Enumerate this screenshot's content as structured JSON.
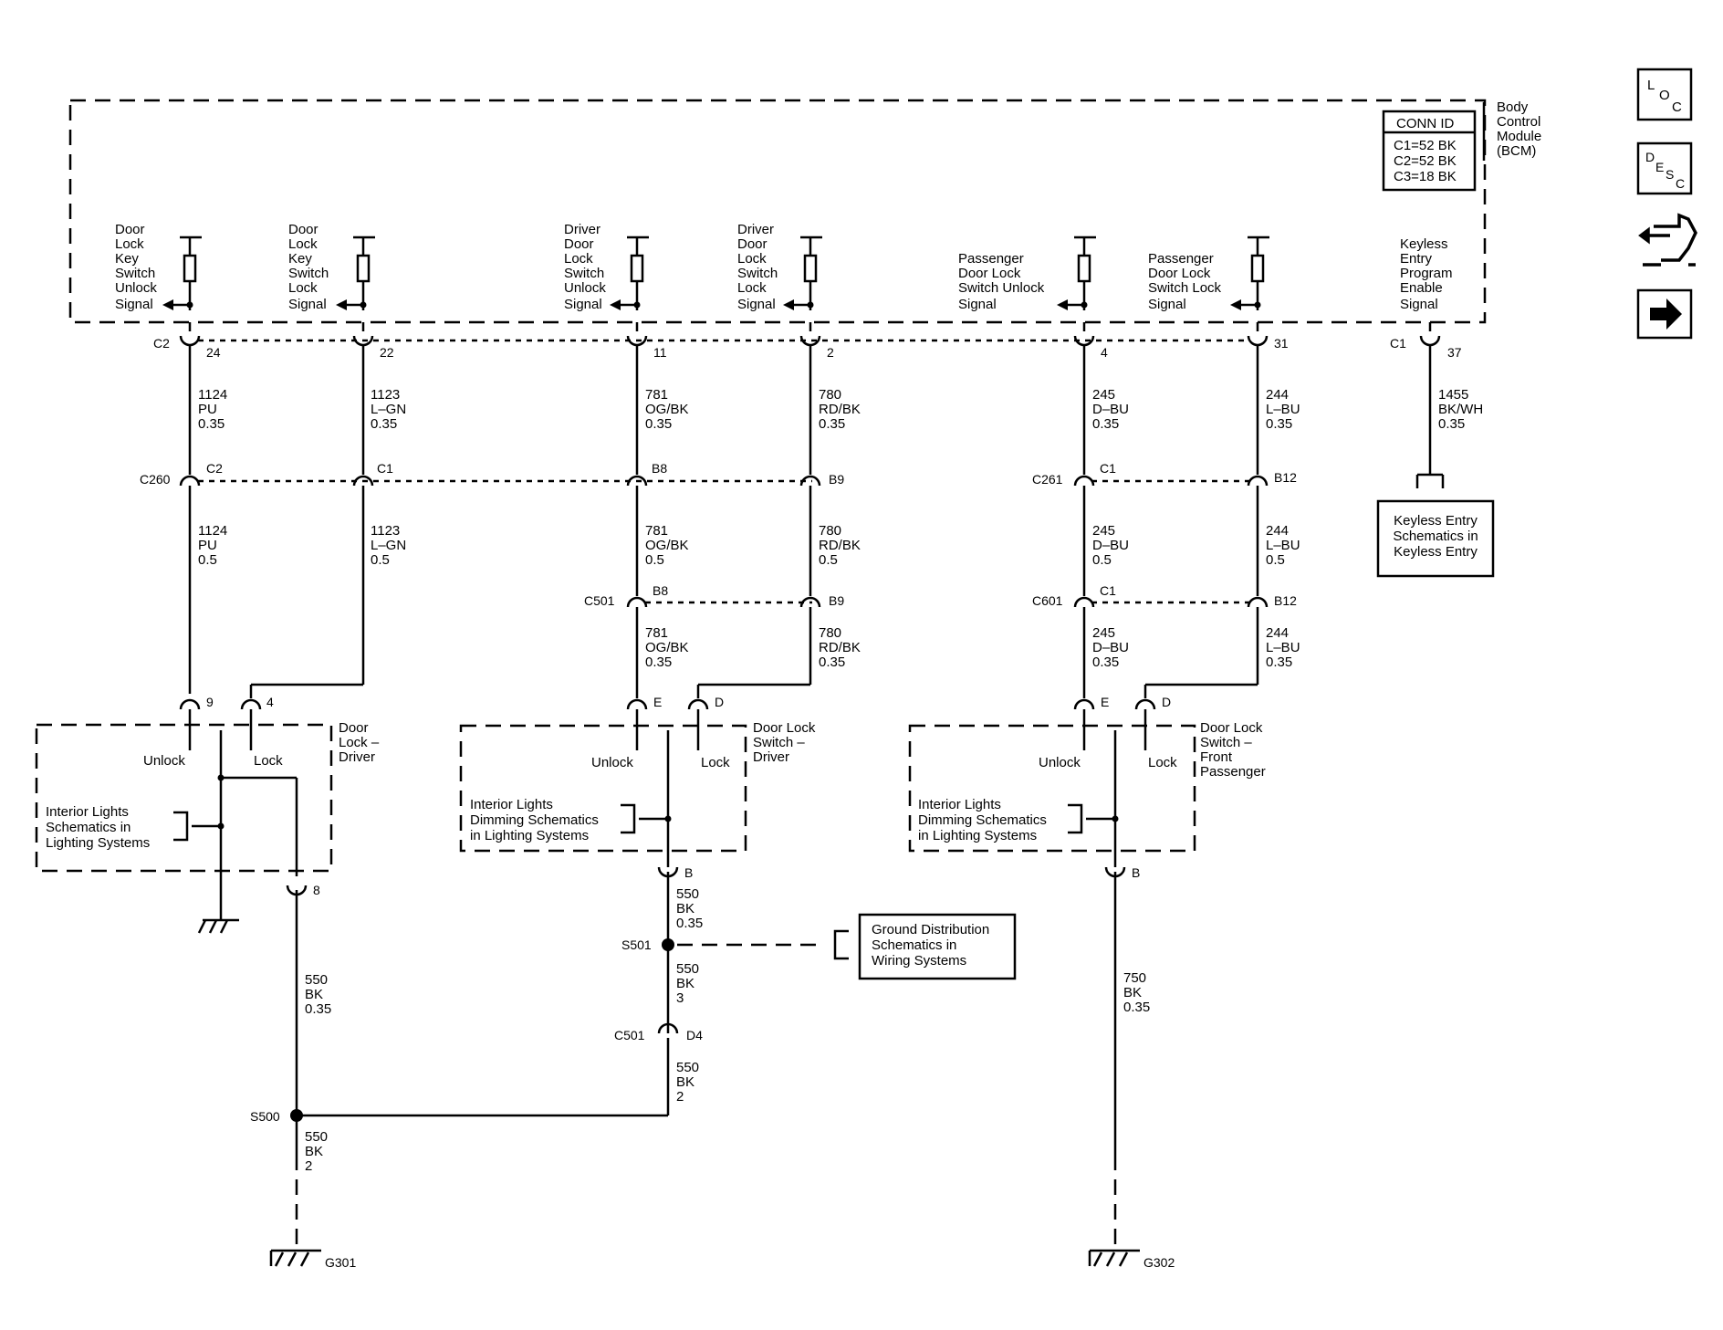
{
  "module": {
    "name_lines": [
      "Body",
      "Control",
      "Module",
      "(BCM)"
    ],
    "conn_id_title": "CONN ID",
    "conn_ids": [
      "C1=52 BK",
      "C2=52 BK",
      "C3=18 BK"
    ]
  },
  "icons": {
    "loc": [
      "L",
      "O",
      "C"
    ],
    "desc": [
      "D",
      "E",
      "S",
      "C"
    ]
  },
  "signals": [
    {
      "lines": [
        "Door",
        "Lock",
        "Key",
        "Switch",
        "Unlock",
        "Signal"
      ],
      "conn": "C2",
      "pin": "24"
    },
    {
      "lines": [
        "Door",
        "Lock",
        "Key",
        "Switch",
        "Lock",
        "Signal"
      ],
      "conn": "",
      "pin": "22"
    },
    {
      "lines": [
        "Driver",
        "Door",
        "Lock",
        "Switch",
        "Unlock",
        "Signal"
      ],
      "conn": "",
      "pin": "11"
    },
    {
      "lines": [
        "Driver",
        "Door",
        "Lock",
        "Switch",
        "Lock",
        "Signal"
      ],
      "conn": "",
      "pin": "2"
    },
    {
      "lines": [
        "Passenger",
        "Door Lock",
        "Switch Unlock",
        "Signal"
      ],
      "conn": "",
      "pin": "4"
    },
    {
      "lines": [
        "Passenger",
        "Door Lock",
        "Switch Lock",
        "Signal"
      ],
      "conn": "",
      "pin": "31"
    },
    {
      "lines": [
        "Keyless",
        "Entry",
        "Program",
        "Enable",
        "Signal"
      ],
      "conn": "C1",
      "pin": "37"
    }
  ],
  "wires": {
    "w1124a": [
      "1124",
      "PU",
      "0.35"
    ],
    "w1123a": [
      "1123",
      "L–GN",
      "0.35"
    ],
    "w781a": [
      "781",
      "OG/BK",
      "0.35"
    ],
    "w780a": [
      "780",
      "RD/BK",
      "0.35"
    ],
    "w245a": [
      "245",
      "D–BU",
      "0.35"
    ],
    "w244a": [
      "244",
      "L–BU",
      "0.35"
    ],
    "w1455": [
      "1455",
      "BK/WH",
      "0.35"
    ],
    "w1124b": [
      "1124",
      "PU",
      "0.5"
    ],
    "w1123b": [
      "1123",
      "L–GN",
      "0.5"
    ],
    "w781b": [
      "781",
      "OG/BK",
      "0.5"
    ],
    "w780b": [
      "780",
      "RD/BK",
      "0.5"
    ],
    "w245b": [
      "245",
      "D–BU",
      "0.5"
    ],
    "w244b": [
      "244",
      "L–BU",
      "0.5"
    ],
    "w781c": [
      "781",
      "OG/BK",
      "0.35"
    ],
    "w780c": [
      "780",
      "RD/BK",
      "0.35"
    ],
    "w245c": [
      "245",
      "D–BU",
      "0.35"
    ],
    "w244c": [
      "244",
      "L–BU",
      "0.35"
    ],
    "w550a": [
      "550",
      "BK",
      "0.35"
    ],
    "w550b": [
      "550",
      "BK",
      "0.35"
    ],
    "w550c": [
      "550",
      "BK",
      "3"
    ],
    "w550d": [
      "550",
      "BK",
      "2"
    ],
    "w550e": [
      "550",
      "BK",
      "2"
    ],
    "w750": [
      "750",
      "BK",
      "0.35"
    ]
  },
  "connectors": {
    "c260": "C260",
    "c260_p1": "C2",
    "c260_p2": "C1",
    "c260_p3": "B8",
    "c260_p4": "B9",
    "c261": "C261",
    "c261_p1": "C1",
    "c261_p2": "B12",
    "c501a": "C501",
    "c501a_p1": "B8",
    "c501a_p2": "B9",
    "c601": "C601",
    "c601_p1": "C1",
    "c601_p2": "B12",
    "c501b": "C501",
    "c501b_p": "D4"
  },
  "components": {
    "driver_lock": {
      "name_lines": [
        "Door",
        "Lock –",
        "Driver"
      ],
      "pin_unlock": "9",
      "pin_lock": "4",
      "unlock": "Unlock",
      "lock": "Lock",
      "ground_pin": "8"
    },
    "driver_switch": {
      "name_lines": [
        "Door Lock",
        "Switch –",
        "Driver"
      ],
      "pin_e": "E",
      "pin_d": "D",
      "unlock": "Unlock",
      "lock": "Lock",
      "ground_pin": "B"
    },
    "pass_switch": {
      "name_lines": [
        "Door Lock",
        "Switch –",
        "Front",
        "Passenger"
      ],
      "pin_e": "E",
      "pin_d": "D",
      "unlock": "Unlock",
      "lock": "Lock",
      "ground_pin": "B"
    }
  },
  "refs": {
    "interior_lights_driver": [
      "Interior Lights",
      "Schematics in",
      "Lighting Systems"
    ],
    "dimming_driver_switch": [
      "Interior Lights",
      "Dimming Schematics",
      "in Lighting Systems"
    ],
    "dimming_pass_switch": [
      "Interior Lights",
      "Dimming Schematics",
      "in Lighting Systems"
    ],
    "ground_distribution": [
      "Ground Distribution",
      "Schematics in",
      "Wiring Systems"
    ],
    "keyless_entry": [
      "Keyless Entry",
      "Schematics in",
      "Keyless Entry"
    ]
  },
  "splices": {
    "s501": "S501",
    "s500": "S500"
  },
  "grounds": {
    "g301": "G301",
    "g302": "G302"
  }
}
